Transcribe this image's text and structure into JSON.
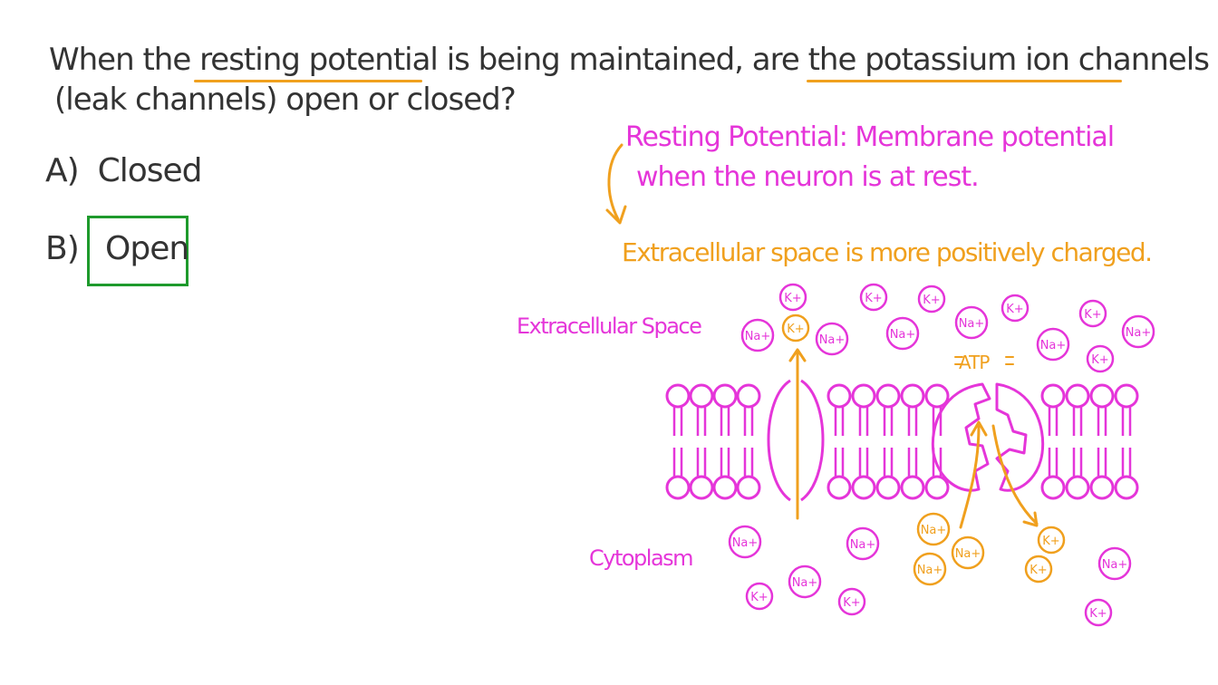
{
  "question": {
    "line1_a": "When the",
    "term_resting": "resting potential",
    "line1_b": "is being maintained, are the",
    "term_channels": "potassium ion channels",
    "line2": "(leak channels) open or closed?"
  },
  "options": [
    {
      "letter": "A)",
      "text": "Closed"
    },
    {
      "letter": "B)",
      "text": "Open",
      "selected": true
    }
  ],
  "definition": {
    "line1": "Resting Potential: Membrane potential",
    "line2": "when the neuron is at rest."
  },
  "note": "Extracellular space is more positively charged.",
  "diagram": {
    "label_extracellular": "Extracellular Space",
    "label_cytoplasm": "Cytoplasm",
    "label_atp": "ATP",
    "ion_na": "Na+",
    "ion_k": "K+"
  },
  "colors": {
    "text": "#333333",
    "magenta": "#e535d9",
    "orange": "#f0a01e",
    "answer_box": "#1e9a2c"
  }
}
